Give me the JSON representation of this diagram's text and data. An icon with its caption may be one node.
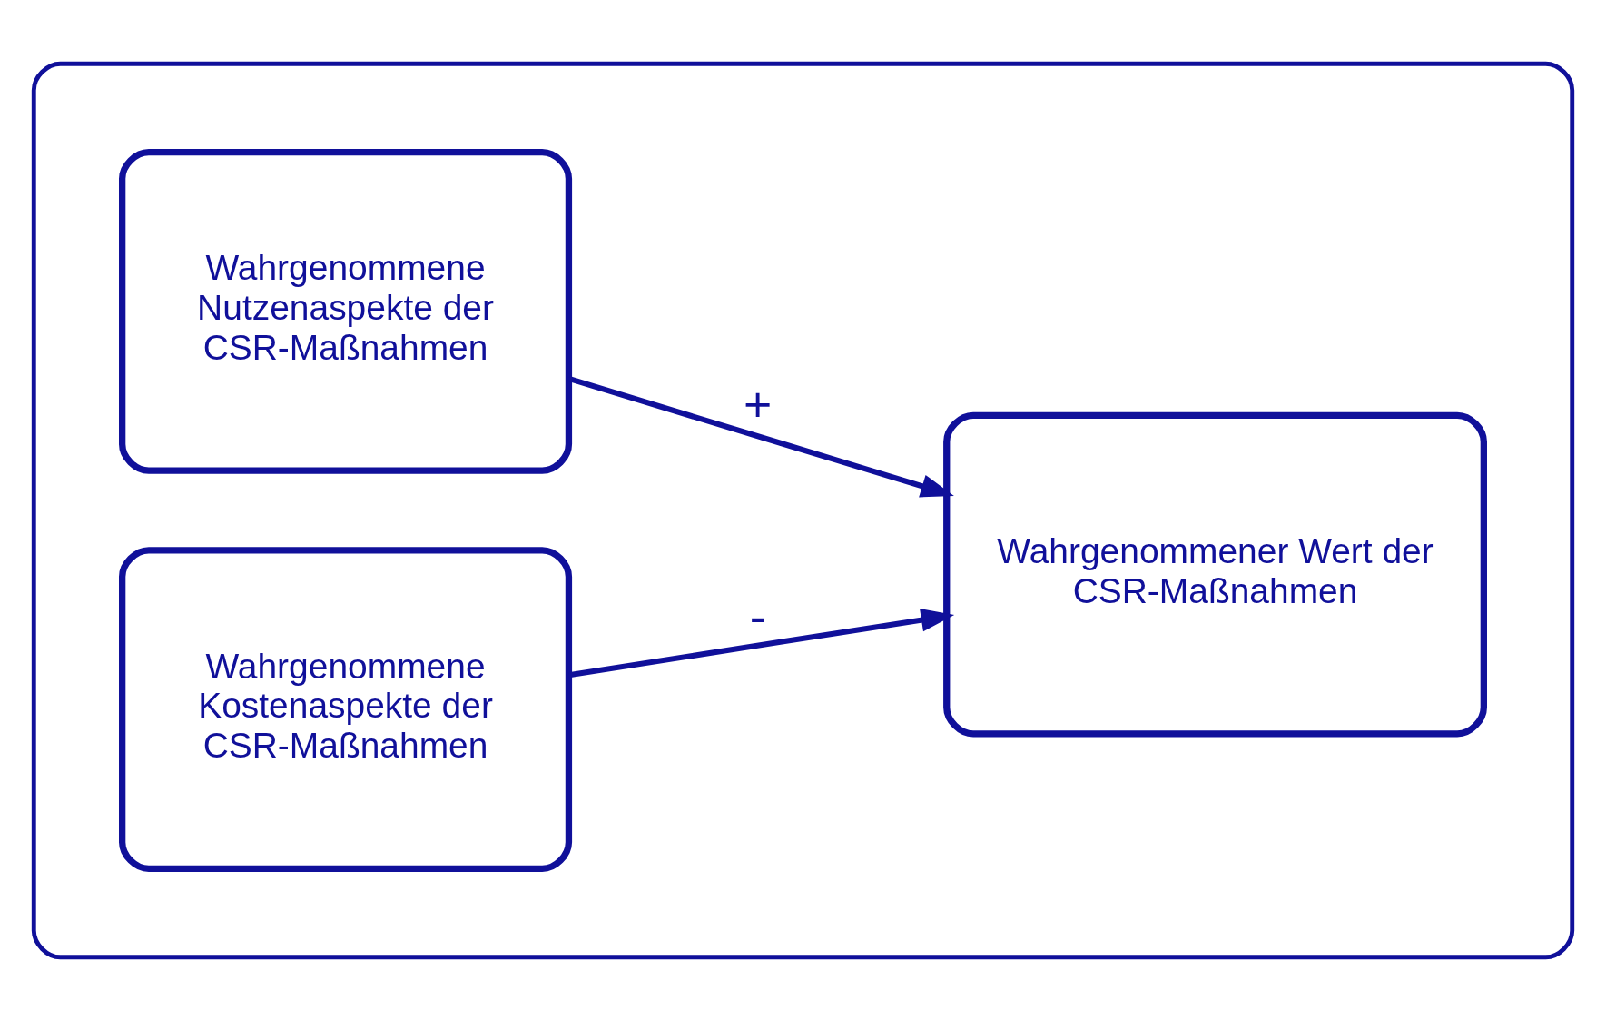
{
  "diagram": {
    "nodes": [
      {
        "text": [],
        "shape": "box"
      },
      {
        "text": [
          "Wahrgenommene Nutzenaspekte der CSR-Maßnahmen"
        ],
        "in": 0
      },
      {
        "text": [
          "Wahrgenommene Kostenaspekte der CSR-Maßnahmen"
        ],
        "in": 0
      },
      {
        "text": [
          "Wahrgenommener Wert der CSR-Maßnahmen"
        ],
        "in": 0
      }
    ],
    "edges": [
      {
        "from": 1,
        "to": 3,
        "arrow": "to",
        "label": "+"
      },
      {
        "from": 2,
        "to": 3,
        "arrow": "to",
        "label": "-"
      }
    ]
  }
}
